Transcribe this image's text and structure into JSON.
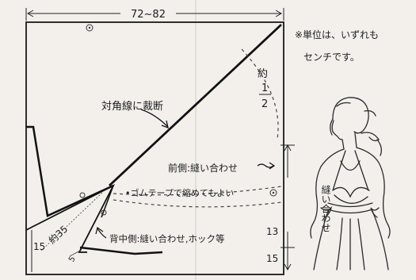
{
  "diagram": {
    "top_measure": "72~82",
    "note_line1": "※単位は、いずれも",
    "note_line2": "センチです。",
    "approx_prefix": "約",
    "approx_frac_num": "1",
    "approx_frac_den": "2",
    "diag_cut_label": "対角線に裁断",
    "front_seam_label": "前側:縫い合わせ",
    "elastic_label": "ゴムテープで縮めてもよい",
    "back_seam_label": "背中側:縫い合わせ,ホック等",
    "seam_vertical_label": "縫い合わせ",
    "left_measure": "15",
    "diag_measure": "約35",
    "small_measure": "5",
    "right_measure_a": "13",
    "right_measure_b": "15"
  }
}
